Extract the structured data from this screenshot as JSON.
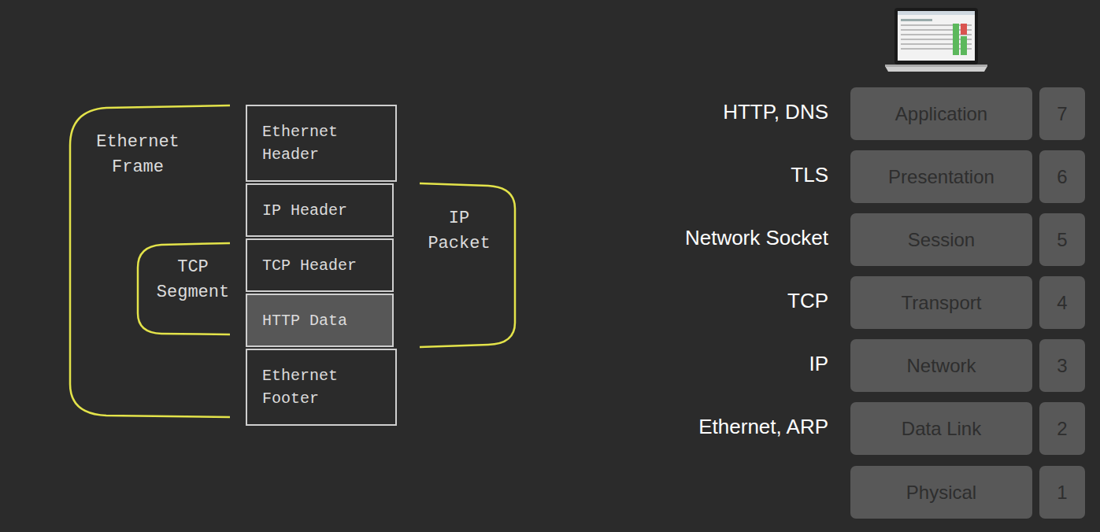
{
  "diagram": {
    "nodes": [
      {
        "text": [
          "Ethernet Header"
        ]
      },
      {
        "text": [
          "IP Header"
        ]
      },
      {
        "text": [
          "TCP Header"
        ]
      },
      {
        "text": [
          "HTTP Data"
        ]
      },
      {
        "text": [
          "Ethernet Footer"
        ]
      },
      {
        "text": [
          "Application"
        ]
      },
      {
        "text": [
          "7"
        ]
      },
      {
        "text": [
          "Presentation"
        ]
      },
      {
        "text": [
          "6"
        ]
      },
      {
        "text": [
          "Session"
        ]
      },
      {
        "text": [
          "5"
        ]
      },
      {
        "text": [
          "Transport"
        ]
      },
      {
        "text": [
          "4"
        ]
      },
      {
        "text": [
          "Network"
        ]
      },
      {
        "text": [
          "3"
        ]
      },
      {
        "text": [
          "Data Link"
        ]
      },
      {
        "text": [
          "2"
        ]
      },
      {
        "text": [
          "Physical"
        ]
      },
      {
        "text": [
          "1"
        ]
      }
    ],
    "labels": [
      "Ethernet Frame",
      "TCP Segment",
      "IP Packet",
      "HTTP, DNS",
      "TLS",
      "Network Socket",
      "TCP",
      "IP",
      "Ethernet, ARP"
    ]
  }
}
